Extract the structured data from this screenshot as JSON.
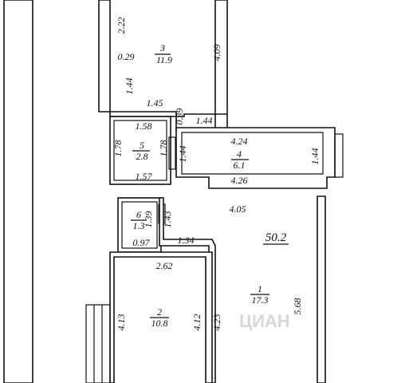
{
  "total_area": "50.2",
  "rooms": [
    {
      "id": "room-1",
      "number": "1",
      "area": "17.3"
    },
    {
      "id": "room-2",
      "number": "2",
      "area": "10.8"
    },
    {
      "id": "room-3",
      "number": "3",
      "area": "11.9"
    },
    {
      "id": "room-4",
      "number": "4",
      "area": "6.1"
    },
    {
      "id": "room-5",
      "number": "5",
      "area": "2.8"
    },
    {
      "id": "room-6",
      "number": "6",
      "area": "1.3"
    }
  ],
  "dimensions": {
    "d_2_22": "2.22",
    "d_0_29": "0.29",
    "d_4_09": "4.09",
    "d_1_44_r3": "1.44",
    "d_1_45": "1.45",
    "d_0_39": "0.39",
    "d_1_44_top": "1.44",
    "d_1_58": "1.58",
    "d_1_78_l": "1.78",
    "d_1_78_r": "1.78",
    "d_1_44_v": "1.44",
    "d_1_57": "1.57",
    "d_4_24": "4.24",
    "d_1_44_r4": "1.44",
    "d_4_26": "4.26",
    "d_4_05": "4.05",
    "d_1_39": "1.39",
    "d_1_43": "1.43",
    "d_0_97": "0.97",
    "d_1_34": "1.34",
    "d_2_62": "2.62",
    "d_5_68": "5.68",
    "d_4_13": "4.13",
    "d_4_12": "4.12",
    "d_4_23": "4.23"
  }
}
